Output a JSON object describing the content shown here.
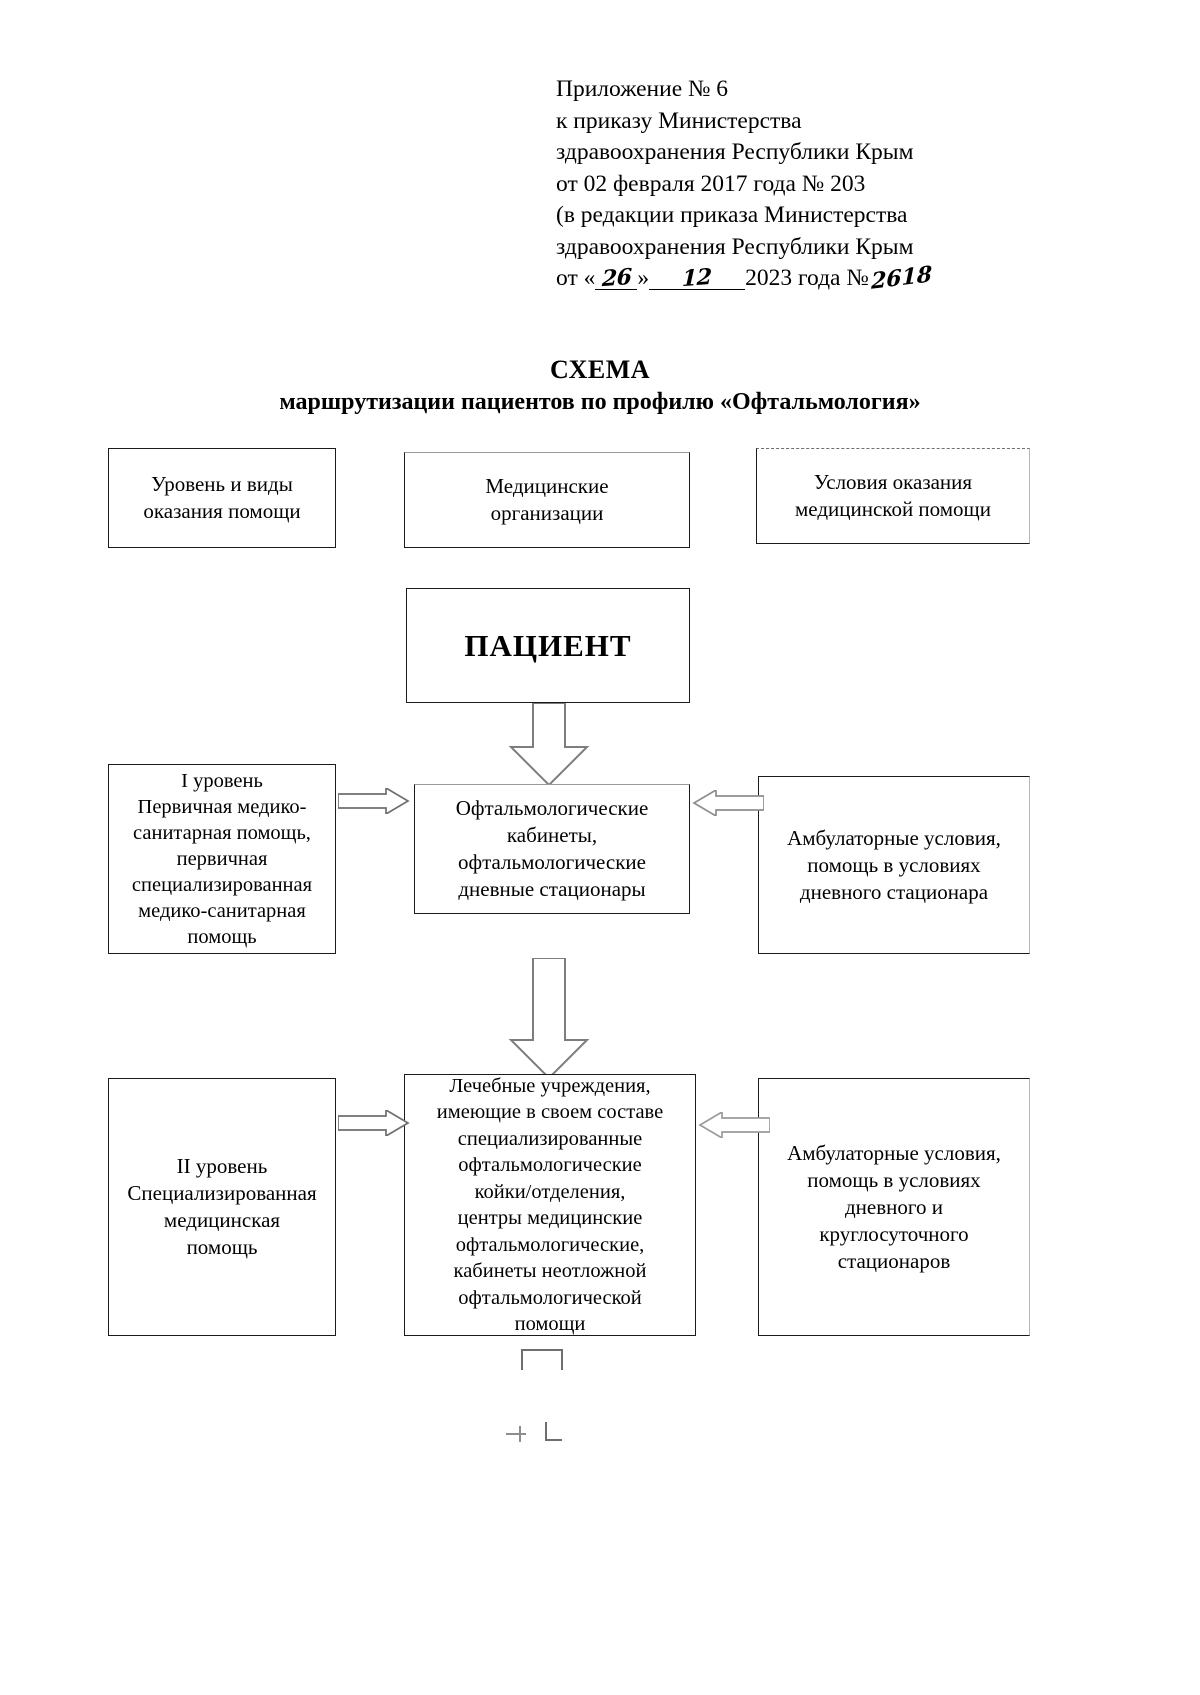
{
  "appendix": {
    "lines": [
      "Приложение № 6",
      "к приказу Министерства",
      "здравоохранения Республики Крым",
      "от 02 февраля 2017 года № 203",
      "(в редакции приказа Министерства",
      "здравоохранения Республики Крым"
    ],
    "date_line": {
      "prefix": "от «",
      "day": "26",
      "after_day": "»",
      "month": "12",
      "year_text": "2023 года №",
      "number": "2618"
    }
  },
  "title": "СХЕМА",
  "subtitle": "маршрутизации пациентов по профилю «Офтальмология»",
  "headers": {
    "left": "Уровень и виды\nоказания помощи",
    "center": "Медицинские\nорганизации",
    "right": "Условия оказания\nмедицинской помощи"
  },
  "patient_box": "ПАЦИЕНТ",
  "levels": [
    {
      "left": "I уровень\nПервичная медико-\nсанитарная помощь,\nпервичная\nспециализированная\nмедико-санитарная\nпомощь",
      "center": "Офтальмологические\nкабинеты,\nофтальмологические\nдневные стационары",
      "right": "Амбулаторные условия,\nпомощь в условиях\nдневного стационара"
    },
    {
      "left": "II уровень\nСпециализированная\nмедицинская\nпомощь",
      "center": "Лечебные учреждения,\nимеющие в своем составе\nспециализированные\nофтальмологические\nкойки/отделения,\nцентры медицинские\nофтальмологические,\nкабинеты неотложной\nофтальмологической\nпомощи",
      "right": "Амбулаторные условия,\nпомощь в условиях\nдневного и\nкруглосуточного\nстационаров"
    }
  ],
  "colors": {
    "ink": "#1b1b1b",
    "faded_ink": "#8d8d8d",
    "page": "#ffffff"
  }
}
